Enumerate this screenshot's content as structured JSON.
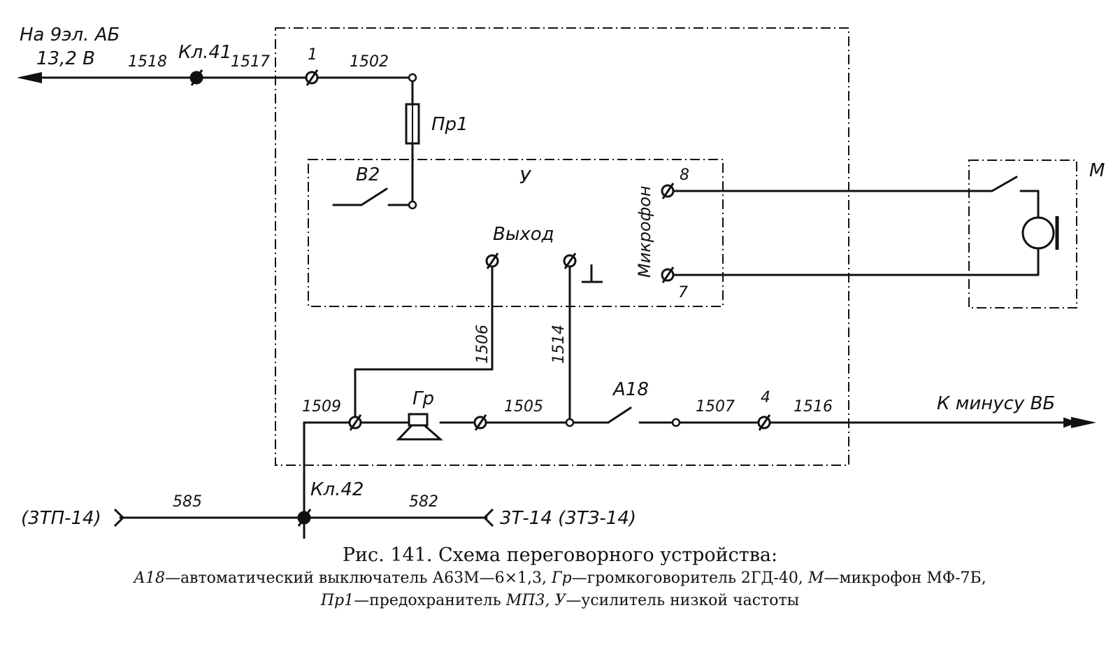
{
  "diagram": {
    "labels": {
      "supply_1": "На 9эл. АБ",
      "supply_2": "13,2 В",
      "wire_1518": "1518",
      "terminal_kl41": "Кл.41",
      "wire_1517": "1517",
      "terminal_1": "1",
      "wire_1502": "1502",
      "fuse_pr1": "Пр1",
      "switch_v2": "В2",
      "amp_u": "У",
      "output": "Выход",
      "mic_input": "Микрофон",
      "terminal_8": "8",
      "terminal_7": "7",
      "mic_m": "М",
      "wire_1506": "1506",
      "wire_1514": "1514",
      "speaker_gr": "Гр",
      "wire_1509": "1509",
      "wire_1505": "1505",
      "breaker_a18": "А18",
      "wire_1507": "1507",
      "terminal_4": "4",
      "wire_1516": "1516",
      "to_minus": "К минусу ВБ",
      "terminal_kl42": "Кл.42",
      "wire_585": "585",
      "wire_582": "582",
      "left_conn": "(3ТП-14)",
      "right_conn": "3Т-14 (3ТЗ-14)"
    }
  },
  "caption": {
    "title": "Рис. 141. Схема переговорного устройства:",
    "line2": {
      "a18": "А18",
      "a18_desc": "—автоматический выключатель А63М—6×1,3, ",
      "gr": "Гр",
      "gr_desc": "—громкоговоритель 2ГД-40, ",
      "m": "М",
      "m_desc": "—микрофон МФ-7Б,"
    },
    "line3": {
      "pr1": "Пр1",
      "pr1_desc": "—предохранитель ",
      "mp3": "МП3,",
      "u": " У",
      "u_desc": "—усилитель низкой частоты"
    }
  }
}
